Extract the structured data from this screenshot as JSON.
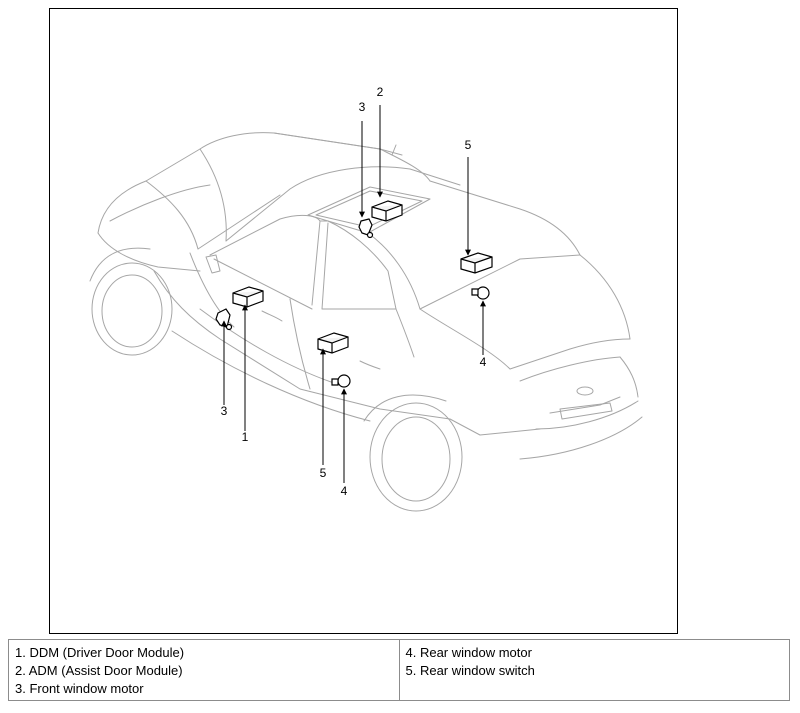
{
  "diagram": {
    "callouts": {
      "c3_top": "3",
      "c2_top": "2",
      "c5_top": "5",
      "c4_right": "4",
      "c3_left": "3",
      "c1_left": "1",
      "c5_bottom": "5",
      "c4_bottom": "4"
    }
  },
  "legend": {
    "left": [
      "1. DDM (Driver Door Module)",
      "2. ADM (Assist Door Module)",
      "3. Front window motor"
    ],
    "right": [
      "4. Rear window motor",
      "5. Rear window switch"
    ]
  }
}
